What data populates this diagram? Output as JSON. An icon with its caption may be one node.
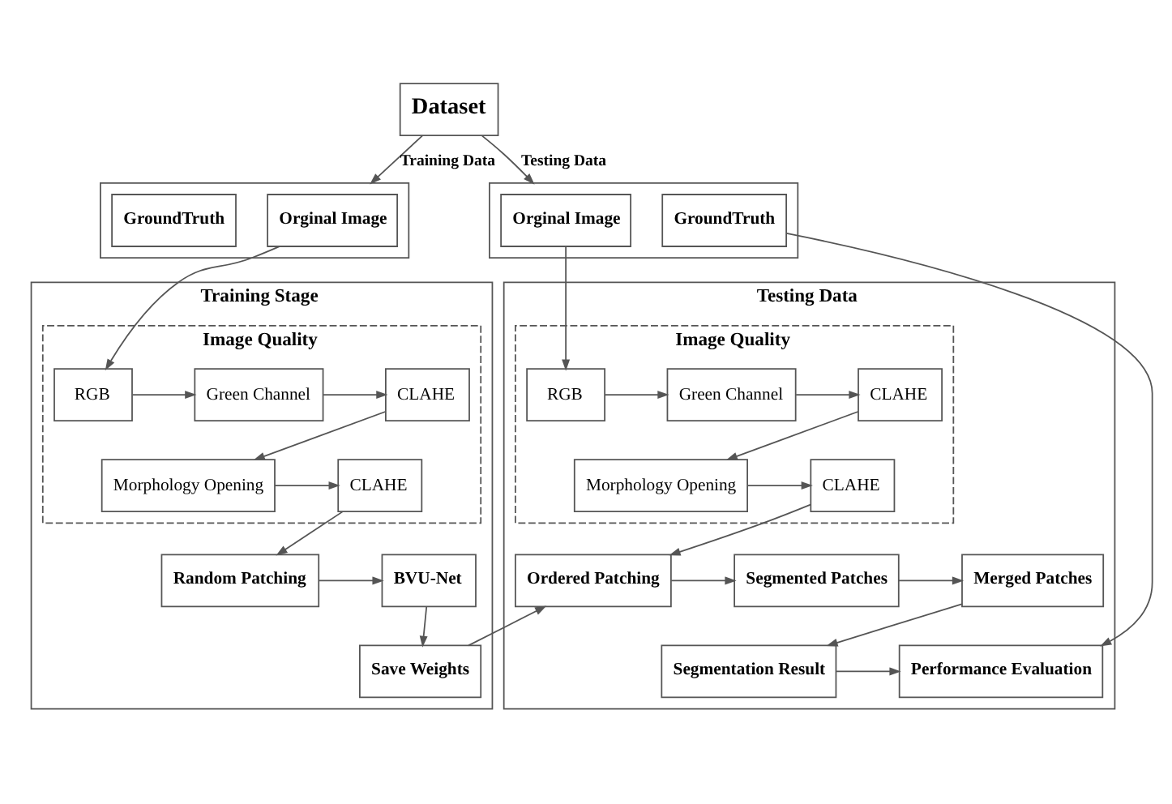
{
  "diagram": {
    "nodes": [
      {
        "text": [
          "Dataset"
        ]
      },
      {
        "text": [],
        "shape": "box"
      },
      {
        "text": [
          "Orginal Image"
        ],
        "in": 1
      },
      {
        "text": [
          "GroundTruth"
        ],
        "in": 1
      },
      {
        "text": [
          "Training Stage"
        ]
      },
      {
        "text": [
          "Image Quality"
        ],
        "in": 4
      },
      {
        "text": [
          "RGB"
        ],
        "in": 5
      },
      {
        "text": [
          "Green Channel"
        ],
        "in": 5
      },
      {
        "text": [
          "CLAHE"
        ],
        "in": 5
      },
      {
        "text": [
          "Morphology Opening"
        ],
        "in": 5
      },
      {
        "text": [
          "CLAHE"
        ],
        "in": 5
      },
      {
        "text": [
          "Random Patching"
        ],
        "in": 4
      },
      {
        "text": [
          "BVU-Net"
        ],
        "in": 4
      },
      {
        "text": [
          "Save Weights"
        ],
        "in": 4
      },
      {
        "text": [],
        "shape": "box"
      },
      {
        "text": [
          "Orginal Image"
        ],
        "in": 14
      },
      {
        "text": [
          "GroundTruth"
        ],
        "in": 14
      },
      {
        "text": [
          "Testing Data"
        ]
      },
      {
        "text": [
          "Image Quality"
        ],
        "in": 17
      },
      {
        "text": [
          "RGB"
        ],
        "in": 18
      },
      {
        "text": [
          "Green Channel"
        ],
        "in": 18
      },
      {
        "text": [
          "CLAHE"
        ],
        "in": 18
      },
      {
        "text": [
          "Morphology Opening"
        ],
        "in": 18
      },
      {
        "text": [
          "CLAHE"
        ],
        "in": 18
      },
      {
        "text": [
          "Ordered Patching"
        ],
        "in": 17
      },
      {
        "text": [
          "Segmented Patches"
        ],
        "in": 17
      },
      {
        "text": [
          "Merged Patches"
        ],
        "in": 17
      },
      {
        "text": [
          "Segmentation Result"
        ],
        "in": 17
      },
      {
        "text": [
          "Performance Evaluation"
        ],
        "in": 17
      }
    ],
    "edges": [
      {
        "from": 0,
        "to": 1,
        "arrow": "to",
        "label": "Training Data"
      },
      {
        "from": 0,
        "to": 14,
        "arrow": "to",
        "label": "Testing Data"
      },
      {
        "from": 2,
        "to": 6,
        "arrow": "to"
      },
      {
        "from": 6,
        "to": 7,
        "arrow": "to"
      },
      {
        "from": 7,
        "to": 8,
        "arrow": "to"
      },
      {
        "from": 8,
        "to": 9,
        "arrow": "to"
      },
      {
        "from": 9,
        "to": 10,
        "arrow": "to"
      },
      {
        "from": 10,
        "to": 11,
        "arrow": "to"
      },
      {
        "from": 11,
        "to": 12,
        "arrow": "to"
      },
      {
        "from": 12,
        "to": 13,
        "arrow": "to"
      },
      {
        "from": 13,
        "to": 24,
        "arrow": "to"
      },
      {
        "from": 15,
        "to": 19,
        "arrow": "to"
      },
      {
        "from": 19,
        "to": 20,
        "arrow": "to"
      },
      {
        "from": 20,
        "to": 21,
        "arrow": "to"
      },
      {
        "from": 21,
        "to": 22,
        "arrow": "to"
      },
      {
        "from": 22,
        "to": 23,
        "arrow": "to"
      },
      {
        "from": 23,
        "to": 24,
        "arrow": "to"
      },
      {
        "from": 24,
        "to": 25,
        "arrow": "to"
      },
      {
        "from": 25,
        "to": 26,
        "arrow": "to"
      },
      {
        "from": 26,
        "to": 27,
        "arrow": "to"
      },
      {
        "from": 27,
        "to": 28,
        "arrow": "to"
      },
      {
        "from": 16,
        "to": 28,
        "arrow": "to"
      }
    ]
  }
}
